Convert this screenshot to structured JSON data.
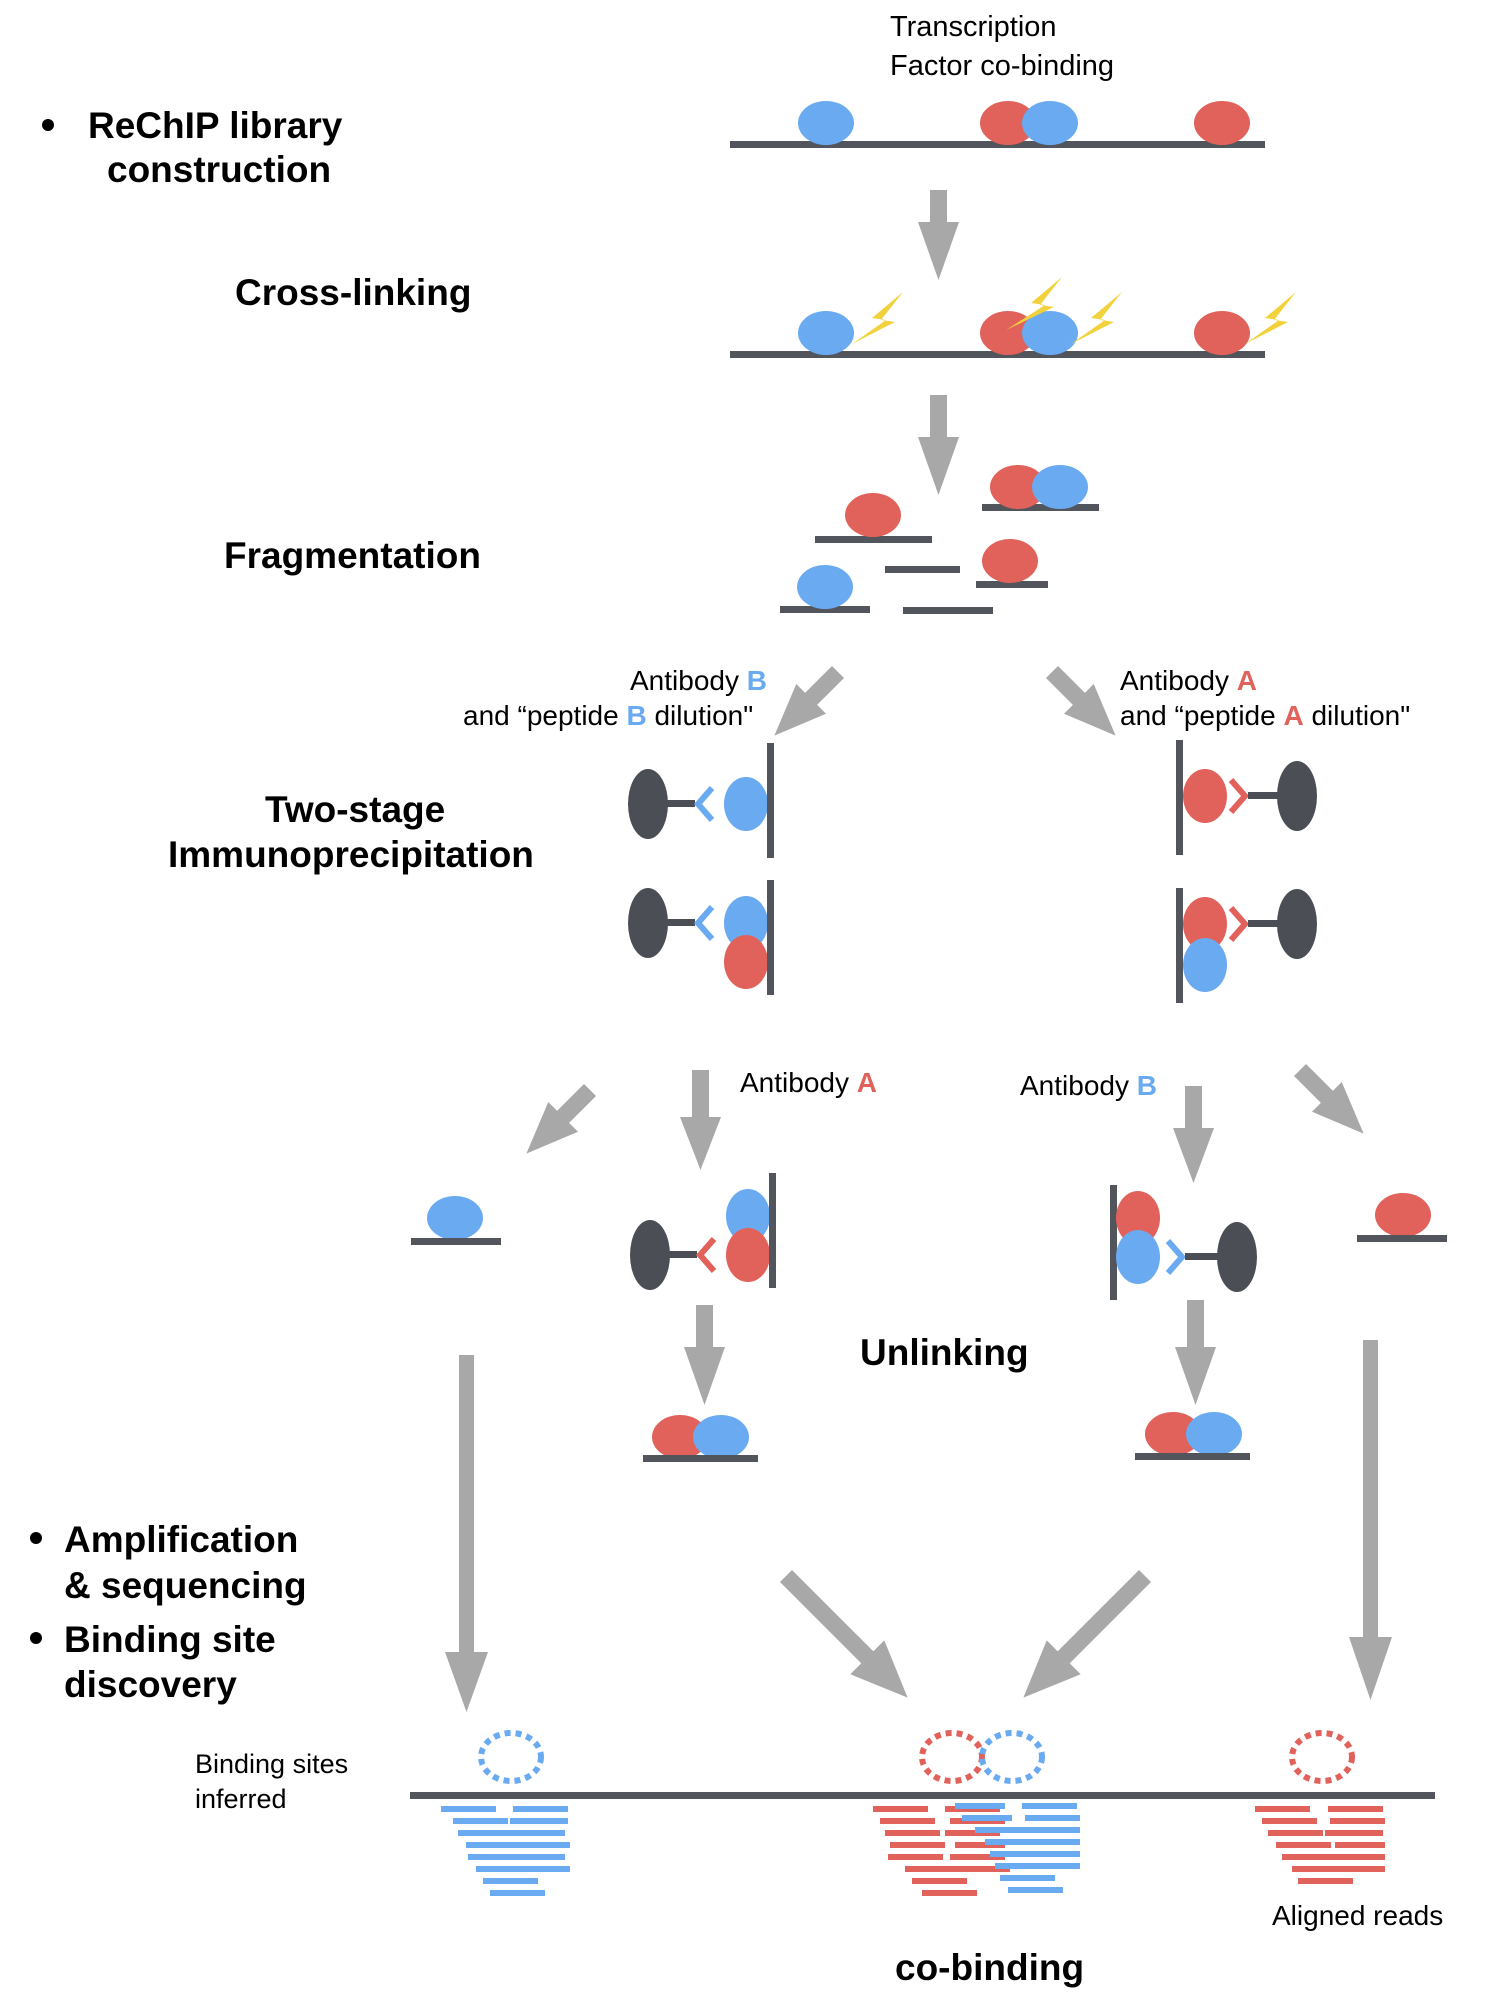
{
  "sections": {
    "rechip": [
      "ReChIP library",
      "construction"
    ],
    "amplification": [
      "Amplification",
      "& sequencing"
    ],
    "binding_discovery": [
      "Binding site",
      "discovery"
    ]
  },
  "steps": {
    "cross_linking": "Cross-linking",
    "fragmentation": "Fragmentation",
    "two_stage": [
      "Two-stage",
      "Immunoprecipitation"
    ],
    "unlinking": "Unlinking"
  },
  "top_label": [
    "Transcription",
    "Factor co-binding"
  ],
  "antibody_labels": {
    "left": {
      "line1_prefix": "Antibody ",
      "line1_letter": "B",
      "line2_prefix": "and “peptide ",
      "line2_letter": "B",
      "line2_suffix": " dilution\""
    },
    "right": {
      "line1_prefix": "Antibody ",
      "line1_letter": "A",
      "line2_prefix": "and “peptide ",
      "line2_letter": "A",
      "line2_suffix": " dilution\""
    },
    "second_left": {
      "prefix": "Antibody ",
      "letter": "A"
    },
    "second_right": {
      "prefix": "Antibody ",
      "letter": "B"
    }
  },
  "bottom": {
    "binding_sites": [
      "Binding sites",
      "inferred"
    ],
    "aligned_reads": "Aligned reads",
    "co_binding": "co-binding"
  },
  "colors": {
    "factor_a": "#e0625a",
    "factor_b": "#6aaaf0",
    "dna": "#52565c",
    "arrow": "#a8a8a8",
    "bolt": "#f2d23c",
    "bead": "#4b4f55"
  }
}
